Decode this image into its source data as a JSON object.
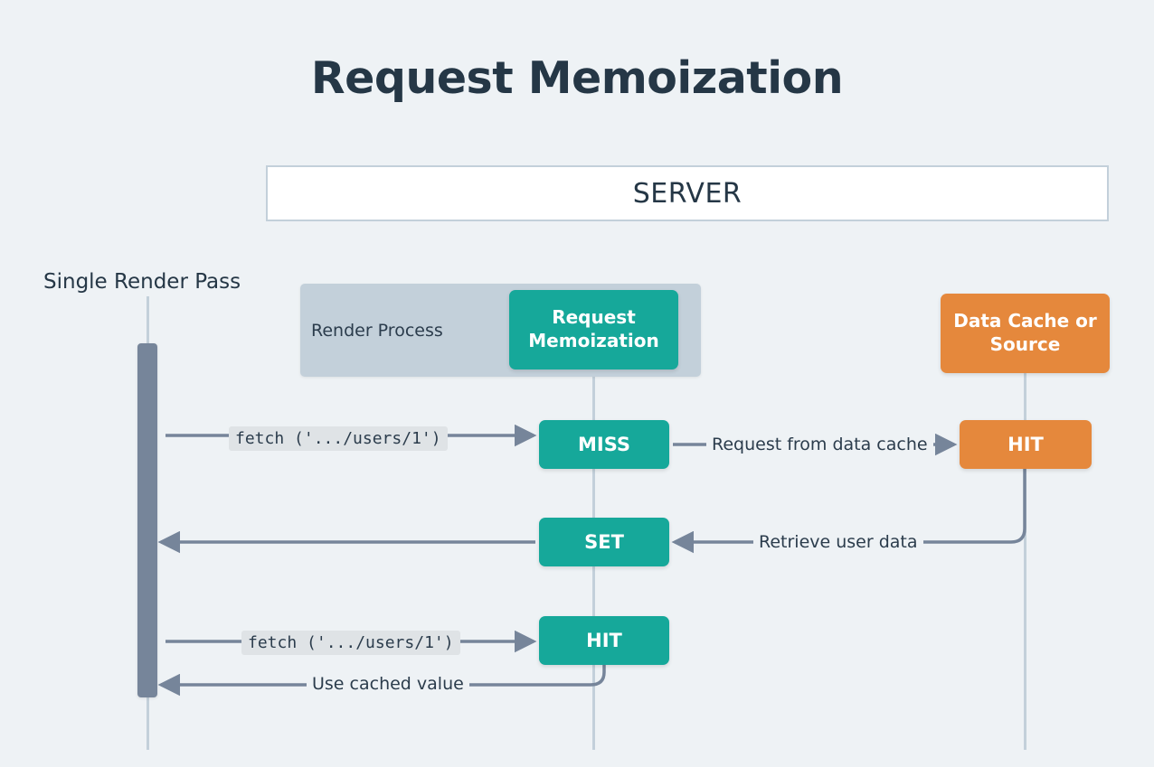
{
  "page": {
    "title": "Request Memoization",
    "background_color": "#eef2f5",
    "title_color": "#253746"
  },
  "colors": {
    "teal": "#16a89a",
    "orange": "#e5883c",
    "panel_gray": "#c3d0da",
    "activation_gray": "#76859a",
    "arrow_gray": "#76859a",
    "lifeline_gray": "#c3d0da",
    "code_bg": "#dfe3e6"
  },
  "server": {
    "label": "SERVER"
  },
  "client": {
    "render_pass_label": "Single Render Pass"
  },
  "render_process": {
    "panel_label": "Render Process",
    "memoization_label": "Request\nMemoization"
  },
  "data_cache": {
    "label": "Data Cache or\nSource"
  },
  "nodes": {
    "miss": "MISS",
    "hit_right": "HIT",
    "set": "SET",
    "hit_bottom": "HIT"
  },
  "edges": {
    "fetch_first": "fetch ('.../users/1')",
    "request_from_data_cache": "Request from data cache",
    "retrieve_user_data": "Retrieve user data",
    "fetch_second": "fetch ('.../users/1')",
    "use_cached_value": "Use cached value"
  }
}
